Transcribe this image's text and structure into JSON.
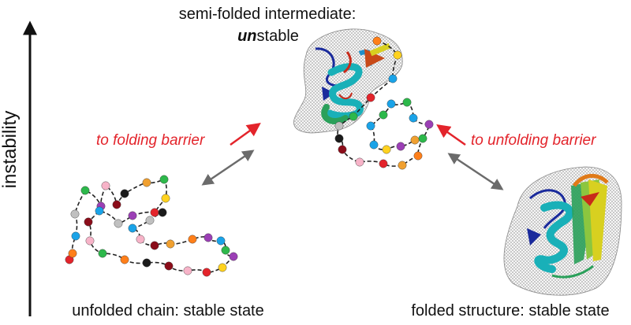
{
  "axis": {
    "label": "instability"
  },
  "labels": {
    "intermediate_line1": "semi-folded intermediate:",
    "intermediate_em": "un",
    "intermediate_rest": "stable",
    "to_folding": "to folding barrier",
    "to_unfolding": "to unfolding barrier",
    "unfolded": "unfolded chain: stable state",
    "folded": "folded structure: stable state"
  },
  "colors": {
    "barrier_text": "#e3242b",
    "barrier_arrow": "#e3242b",
    "transition_arrow": "#6b6b6b",
    "axis": "#111111",
    "mesh": "#9a9a9a",
    "bead_palette": [
      "#e3242b",
      "#f0a030",
      "#2db84b",
      "#9b3fb5",
      "#1aa3e8",
      "#f7b3c8",
      "#c0c0c0",
      "#8b0d1a",
      "#1b1b1b",
      "#ffd21f",
      "#ff7f1a"
    ],
    "ribbon": [
      "#1a2a9c",
      "#1f8fc8",
      "#19b0b8",
      "#2aa05a",
      "#d8d020",
      "#e07a18",
      "#c82a1a"
    ]
  }
}
